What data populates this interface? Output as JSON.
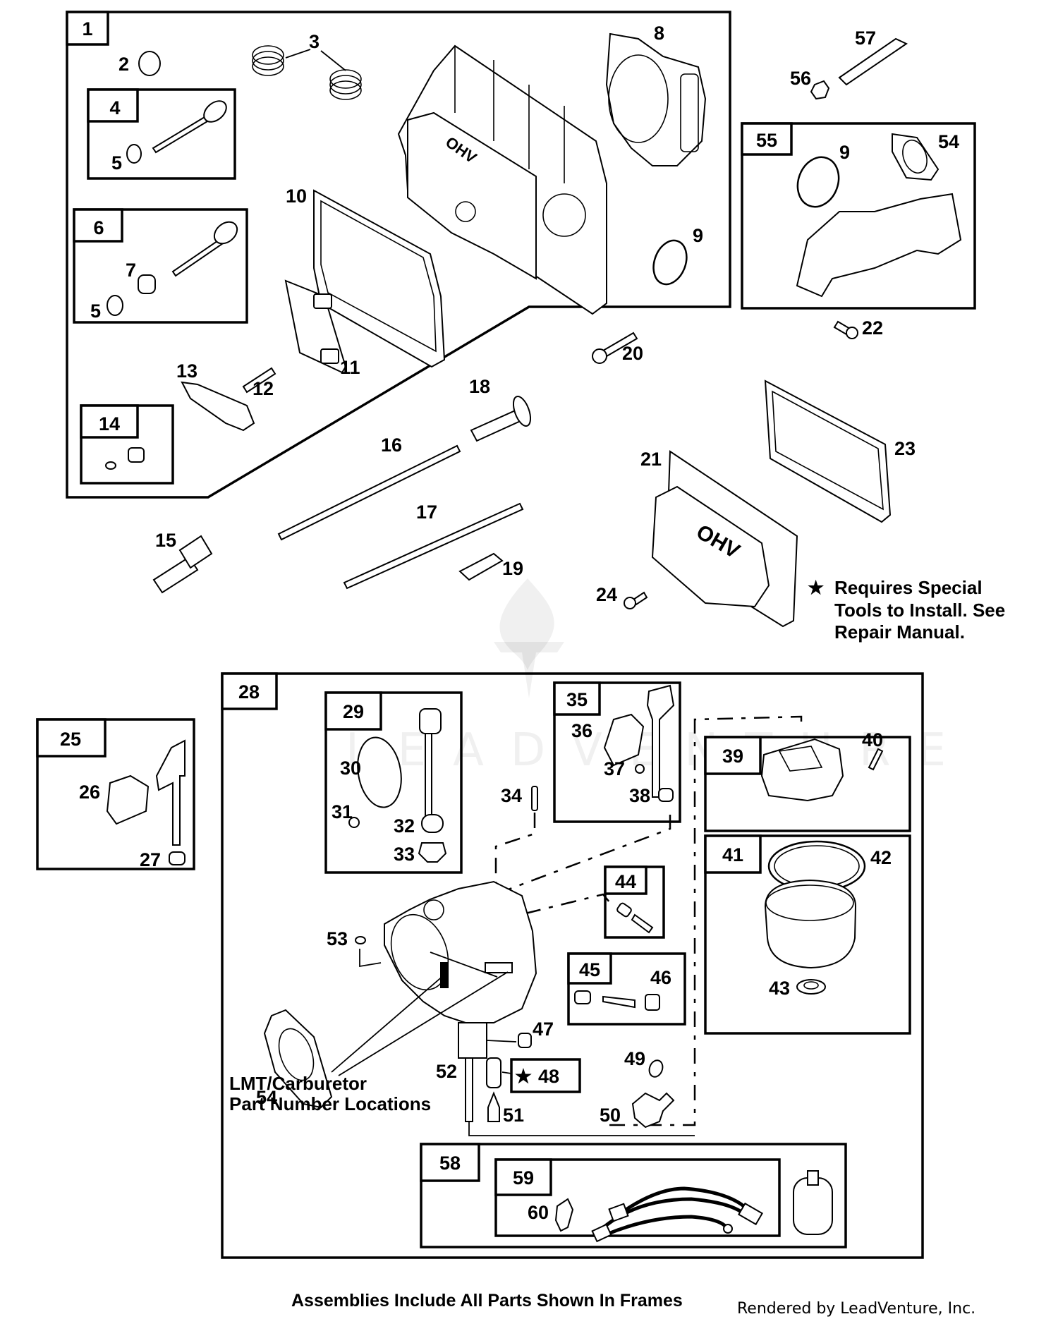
{
  "diagram": {
    "title": "Cylinder Head & Carburetor Parts Diagram",
    "watermark": "LEADVENTURE",
    "frames": {
      "f1": "1",
      "f4": "4",
      "f6": "6",
      "f14": "14",
      "f55": "55",
      "f25": "25",
      "f28": "28",
      "f29": "29",
      "f35": "35",
      "f39": "39",
      "f41": "41",
      "f44": "44",
      "f45": "45",
      "f48": "48",
      "f58": "58",
      "f59": "59"
    },
    "callouts": {
      "p2": "2",
      "p3": "3",
      "p5a": "5",
      "p5b": "5",
      "p7": "7",
      "p8": "8",
      "p9a": "9",
      "p9b": "9",
      "p10": "10",
      "p11": "11",
      "p12": "12",
      "p13": "13",
      "p15": "15",
      "p16": "16",
      "p17": "17",
      "p18": "18",
      "p19": "19",
      "p20": "20",
      "p21": "21",
      "p22": "22",
      "p23": "23",
      "p24": "24",
      "p26": "26",
      "p27": "27",
      "p30": "30",
      "p31": "31",
      "p32": "32",
      "p33": "33",
      "p34": "34",
      "p36": "36",
      "p37": "37",
      "p38": "38",
      "p40": "40",
      "p42": "42",
      "p43": "43",
      "p46": "46",
      "p47": "47",
      "p49": "49",
      "p50": "50",
      "p51": "51",
      "p52": "52",
      "p53": "53",
      "p54a": "54",
      "p54b": "54",
      "p56": "56",
      "p57": "57",
      "p60": "60"
    },
    "cover_logo": "OHV",
    "head_logo": "OHV",
    "notes": {
      "special_tools_star": "★",
      "special_tools_line1": "Requires Special",
      "special_tools_line2": "Tools to Install. See",
      "special_tools_line3": "Repair Manual.",
      "star_48": "★",
      "lmt_line1": "LMT/Carburetor",
      "lmt_line2": "Part Number Locations"
    },
    "footer": {
      "assemblies_note": "Assemblies Include All Parts Shown In Frames",
      "credit": "Rendered by LeadVenture, Inc."
    }
  }
}
